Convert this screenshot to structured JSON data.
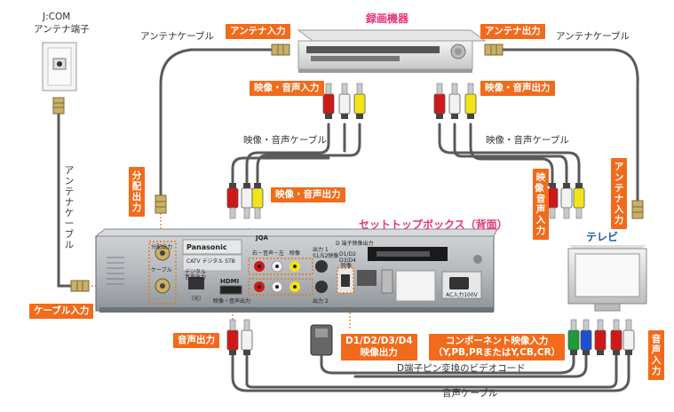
{
  "devices": {
    "recorder": "録画機器",
    "stb": "セットトップボックス（背面）",
    "tv": "テレビ",
    "jcom_line1": "J:COM",
    "jcom_line2": "アンテナ端子"
  },
  "cables": {
    "antenna_left": "アンテナケーブル",
    "antenna_right": "アンテナケーブル",
    "antenna_vertical": "アンテナケーブル",
    "av_left": "映像・音声ケーブル",
    "av_right": "映像・音声ケーブル",
    "d_video": "D端子ピン変換のビデオコード",
    "audio": "音声ケーブル"
  },
  "labels": {
    "antenna_in_rec": "アンテナ入力",
    "antenna_out_rec": "アンテナ出力",
    "av_in_rec": "映像・音声入力",
    "av_out_rec": "映像・音声出力",
    "av_out_stb": "映像・音声出力",
    "split_out": "分配出力",
    "cable_in": "ケーブル入力",
    "av_in_tv": "映像・音声入力",
    "antenna_in_tv": "アンテナ入力",
    "audio_out": "音声出力",
    "d_video_out_line1": "D1/D2/D3/D4",
    "d_video_out_line2": "映像出力",
    "component_in_line1": "コンポーネント映像入力",
    "component_in_line2": "（Y,PB,PRまたはY,CB,CR）",
    "audio_in": "音声入力"
  },
  "panel": {
    "brand": "Panasonic",
    "model": "CATV デジタル STB",
    "hdmi": "HDMI",
    "digital_audio_line1": "デジタル",
    "digital_audio_line2": "音声出力",
    "optical": "（光）",
    "video_audio_out": "映像・音声出力",
    "cable": "ケーブル",
    "split": "分配出力",
    "jqa": "JQA",
    "output1": "出力 1",
    "output2": "出力 2",
    "right_left_video": "右－音声－左　映像",
    "s1s2": "S1/S2映像",
    "d_terminal": "D 端子映像出力",
    "d1d2": "D1/D2",
    "d3d4": "D3/D4",
    "video": "映像",
    "ac_input": "AC入力100V"
  },
  "colors": {
    "label_bg": "#f26a1b",
    "title_pink": "#e8347a",
    "title_blue": "#1a5fb4",
    "cable": "#5a5a5a",
    "dotted": "#e07a1e",
    "plug_red": "#d01818",
    "plug_white": "#f2f2f2",
    "plug_yellow": "#f2e418",
    "plug_green": "#1d9a3a",
    "plug_blue": "#1f4fd1",
    "plug_gold": "#c9b06a"
  }
}
